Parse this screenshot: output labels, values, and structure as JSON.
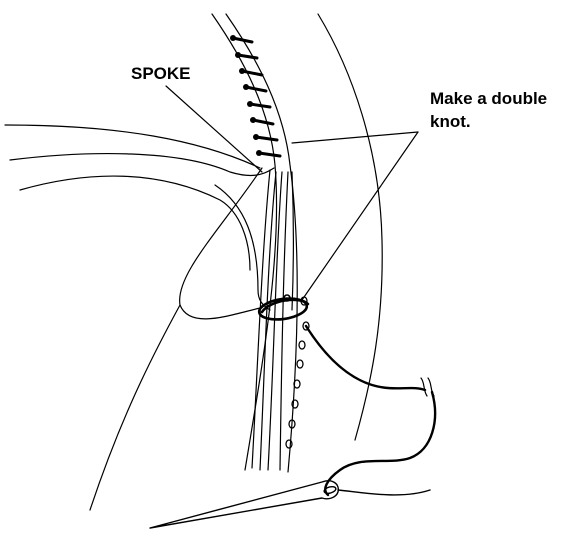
{
  "labels": {
    "spoke": "SPOKE",
    "knot_line1": "Make a double",
    "knot_line2": "knot."
  },
  "colors": {
    "ink": "#000000",
    "background": "#ffffff"
  }
}
